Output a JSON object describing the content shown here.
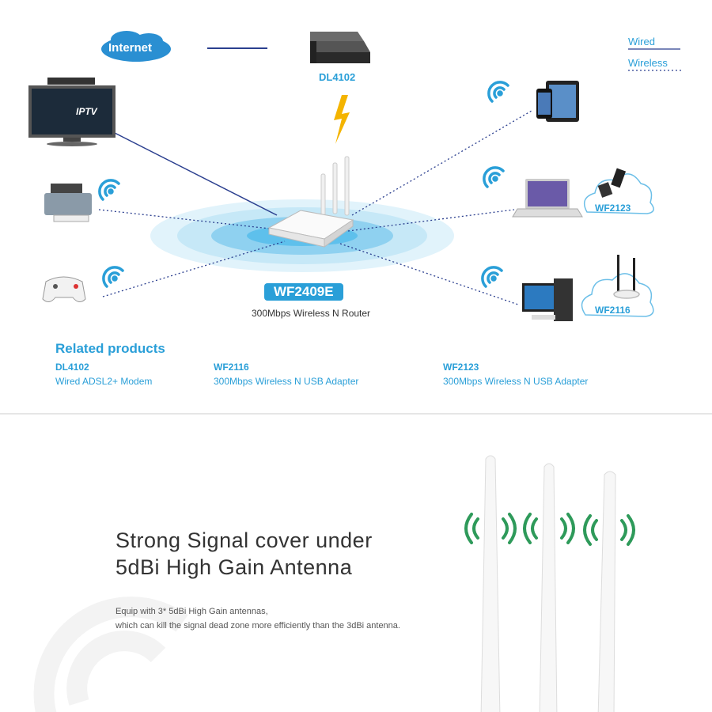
{
  "diagram": {
    "internet_label": "Internet",
    "modem_label": "DL4102",
    "iptv_label": "IPTV",
    "router_model": "WF2409E",
    "router_desc": "300Mbps Wireless N Router",
    "adapter1_label": "WF2123",
    "adapter2_label": "WF2116",
    "legend": {
      "wired": "Wired",
      "wireless": "Wireless"
    },
    "colors": {
      "accent": "#2a9fd8",
      "wired_line": "#2b3f8f",
      "signal": "#2e9a5a"
    }
  },
  "related": {
    "title": "Related products",
    "items": [
      {
        "name": "DL4102",
        "desc": "Wired ADSL2+ Modem"
      },
      {
        "name": "WF2116",
        "desc": "300Mbps Wireless N USB Adapter"
      },
      {
        "name": "WF2123",
        "desc": "300Mbps Wireless N USB Adapter"
      }
    ]
  },
  "feature": {
    "heading_line1": "Strong Signal cover under",
    "heading_line2": "5dBi High Gain Antenna",
    "body_line1": "Equip with 3* 5dBi High Gain antennas,",
    "body_line2": "which can kill the signal dead zone more efficiently than the 3dBi antenna."
  }
}
